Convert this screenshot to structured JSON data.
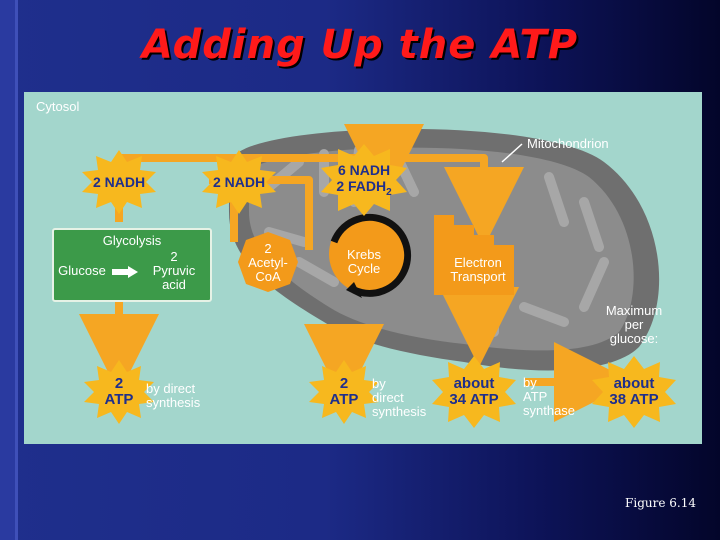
{
  "slide": {
    "title": "Adding Up the ATP",
    "footer": "Figure 6.14"
  },
  "diagram": {
    "cytosol_label": "Cytosol",
    "mitochondrion_label": "Mitochondrion",
    "nadh_left": "2 NADH",
    "nadh_mid": "2 NADH",
    "nadh_right_line1": "6 NADH",
    "nadh_right_line2": "2 FADH",
    "nadh_right_sub": "2",
    "glycolysis": {
      "title": "Glycolysis",
      "glucose": "Glucose",
      "pyruvic_line1": "2",
      "pyruvic_line2": "Pyruvic",
      "pyruvic_line3": "acid"
    },
    "acetyl": {
      "line1": "2",
      "line2": "Acetyl-",
      "line3": "CoA"
    },
    "krebs": {
      "line1": "Krebs",
      "line2": "Cycle"
    },
    "electron": {
      "line1": "Electron",
      "line2": "Transport"
    },
    "maximum": {
      "line1": "Maximum",
      "line2": "per",
      "line3": "glucose:"
    },
    "atp1": {
      "line1": "2",
      "line2": "ATP",
      "caption1": "by direct",
      "caption2": "synthesis"
    },
    "atp2": {
      "line1": "2",
      "line2": "ATP",
      "caption1": "by",
      "caption2": "direct",
      "caption3": "synthesis"
    },
    "atp3": {
      "line1": "about",
      "line2": "34 ATP",
      "caption1": "by",
      "caption2": "ATP",
      "caption3": "synthase"
    },
    "atp4": {
      "line1": "about",
      "line2": "38 ATP"
    }
  },
  "colors": {
    "title": "#ff1a1a",
    "panel": "#a3d6cc",
    "arrow": "#f5a623",
    "burst": "#f7b81e",
    "burst_text": "#1f2f8c",
    "glycolysis_box": "#3c9a49",
    "mitochondrion": "#7d7d7d"
  }
}
